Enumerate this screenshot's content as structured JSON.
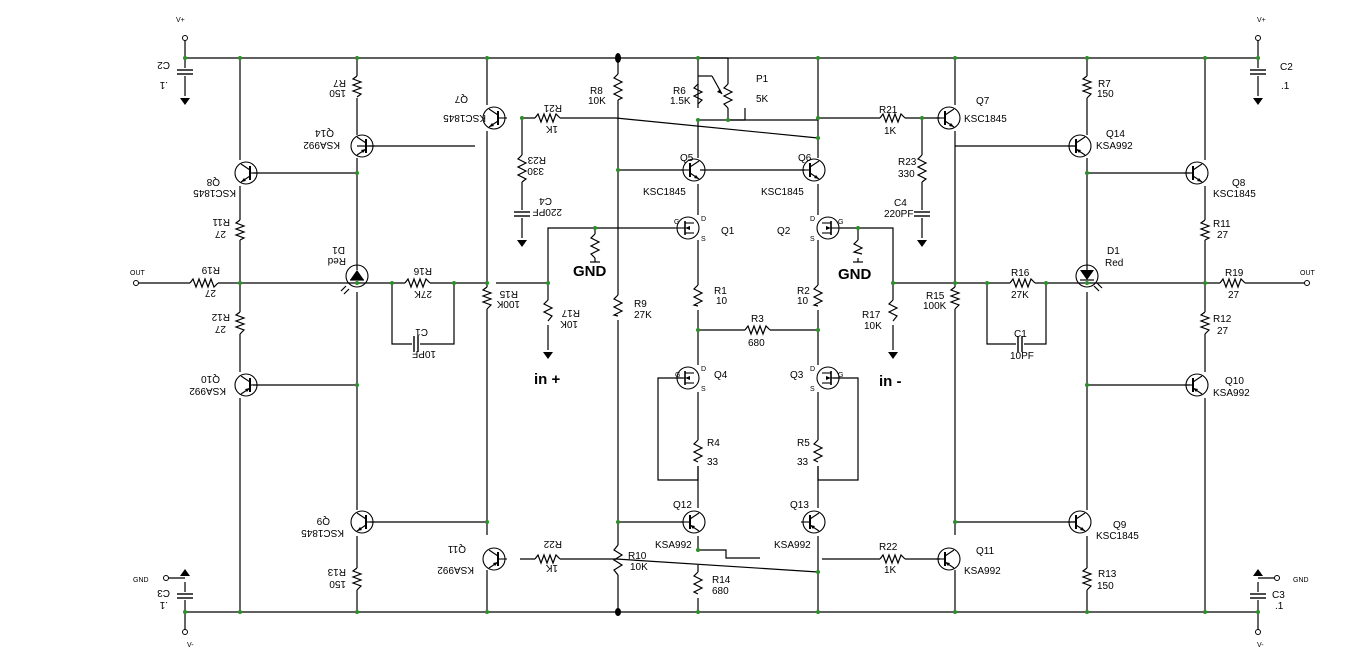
{
  "supply": {
    "vplus": "V+",
    "vminus": "V-",
    "gnd": "GND",
    "out": "OUT"
  },
  "net_labels": {
    "in_plus": "in +",
    "in_minus": "in -",
    "gnd_left": "GND",
    "gnd_right": "GND"
  },
  "mirrored_labels": {
    "c2": "C2",
    "c2v": ".1",
    "c3": "C3",
    "c3v": ".1",
    "r7": "R7",
    "r7v": "150",
    "q14": "Q14",
    "q14v": "KSA992",
    "q8": "Q8",
    "q8v": "KSC1845",
    "r11": "R11",
    "r11v": "27",
    "d1": "D1",
    "d1v": "Red",
    "r19": "R19",
    "r19v": "27",
    "r12": "R12",
    "r12v": "27",
    "q10": "Q10",
    "q10v": "KSA992",
    "q9": "Q9",
    "q9v": "KSC1845",
    "r13": "R13",
    "r13v": "150",
    "q11": "Q11",
    "q11v": "KSA992",
    "r16": "R16",
    "r16v": "27K",
    "c1": "C1",
    "c1v": "10PF",
    "r15": "R15",
    "r15v": "100K",
    "q7": "Q7",
    "q7v": "KSC1845",
    "r21": "R21",
    "r21v": "1K",
    "r23": "R23",
    "r23v": "330",
    "c4": "C4",
    "c4v": "220PF",
    "r17": "R17",
    "r17v": "10K",
    "r22": "R22",
    "r22v": "1K"
  },
  "center_labels": {
    "r8": "R8",
    "r8v": "10K",
    "r6": "R6",
    "r6v": "1.5K",
    "p1": "P1",
    "p1v": "5K",
    "q5": "Q5",
    "q5v": "KSC1845",
    "q6": "Q6",
    "q6v": "KSC1845",
    "q1": "Q1",
    "q2": "Q2",
    "r9": "R9",
    "r9v": "27K",
    "r1": "R1",
    "r1v": "10",
    "r2": "R2",
    "r2v": "10",
    "r3": "R3",
    "r3v": "680",
    "q4": "Q4",
    "q3": "Q3",
    "r4": "R4",
    "r4v": "33",
    "r5": "R5",
    "r5v": "33",
    "q12": "Q12",
    "q12v": "KSA992",
    "q13": "Q13",
    "q13v": "KSA992",
    "r10": "R10",
    "r10v": "10K",
    "r14": "R14",
    "r14v": "680",
    "pin_d": "D",
    "pin_g": "G",
    "pin_s": "S"
  },
  "right_labels": {
    "c2": "C2",
    "c2v": ".1",
    "c3": "C3",
    "c3v": ".1",
    "r7": "R7",
    "r7v": "150",
    "q7": "Q7",
    "q7v": "KSC1845",
    "r21": "R21",
    "r21v": "1K",
    "q14": "Q14",
    "q14v": "KSA992",
    "r23": "R23",
    "r23v": "330",
    "q8": "Q8",
    "q8v": "KSC1845",
    "c4": "C4",
    "c4v": "220PF",
    "r11": "R11",
    "r11v": "27",
    "d1": "D1",
    "d1v": "Red",
    "r16": "R16",
    "r16v": "27K",
    "r19": "R19",
    "r19v": "27",
    "r15": "R15",
    "r15v": "100K",
    "r17": "R17",
    "r17v": "10K",
    "r12": "R12",
    "r12v": "27",
    "c1": "C1",
    "c1v": "10PF",
    "q10": "Q10",
    "q10v": "KSA992",
    "q9": "Q9",
    "q9v": "KSC1845",
    "r22": "R22",
    "r22v": "1K",
    "q11": "Q11",
    "q11v": "KSA992",
    "r13": "R13",
    "r13v": "150"
  },
  "colors": {
    "wire": "#000000",
    "junction": "#2a8f2a"
  }
}
